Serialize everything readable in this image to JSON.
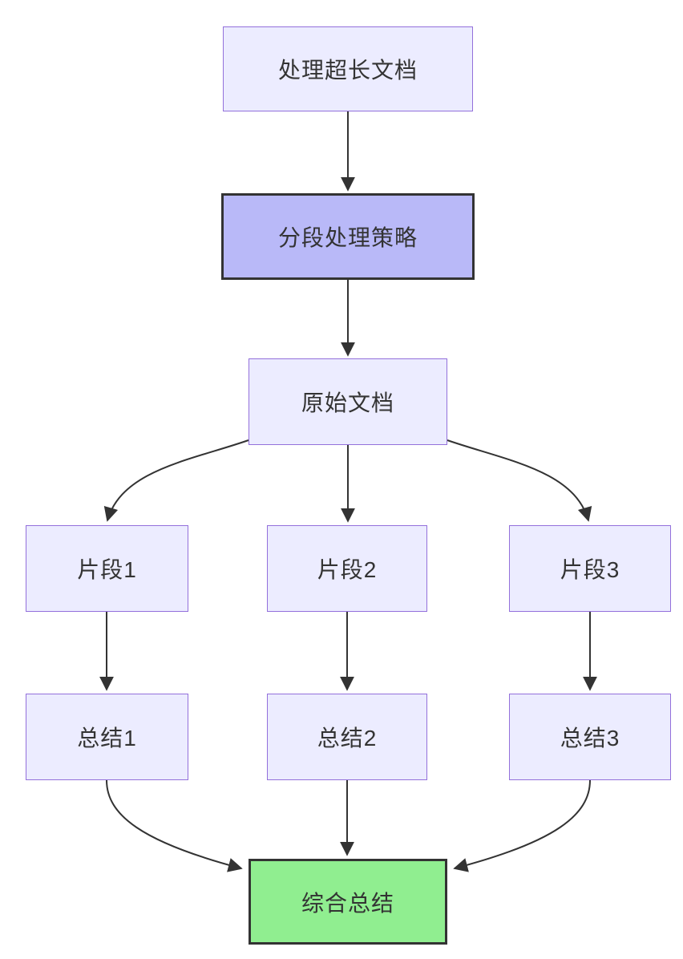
{
  "diagram": {
    "type": "flowchart",
    "direction": "top-down",
    "nodes": [
      {
        "id": "A",
        "label": "处理超长文档",
        "style": "default"
      },
      {
        "id": "B",
        "label": "分段处理策略",
        "style": "purple-highlight"
      },
      {
        "id": "C",
        "label": "原始文档",
        "style": "default"
      },
      {
        "id": "D1",
        "label": "片段1",
        "style": "default"
      },
      {
        "id": "D2",
        "label": "片段2",
        "style": "default"
      },
      {
        "id": "D3",
        "label": "片段3",
        "style": "default"
      },
      {
        "id": "E1",
        "label": "总结1",
        "style": "default"
      },
      {
        "id": "E2",
        "label": "总结2",
        "style": "default"
      },
      {
        "id": "E3",
        "label": "总结3",
        "style": "default"
      },
      {
        "id": "F",
        "label": "综合总结",
        "style": "green-highlight"
      }
    ],
    "edges": [
      {
        "from": "处理超长文档",
        "to": "分段处理策略"
      },
      {
        "from": "分段处理策略",
        "to": "原始文档"
      },
      {
        "from": "原始文档",
        "to": "片段1"
      },
      {
        "from": "原始文档",
        "to": "片段2"
      },
      {
        "from": "原始文档",
        "to": "片段3"
      },
      {
        "from": "片段1",
        "to": "总结1"
      },
      {
        "from": "片段2",
        "to": "总结2"
      },
      {
        "from": "片段3",
        "to": "总结3"
      },
      {
        "from": "总结1",
        "to": "综合总结"
      },
      {
        "from": "总结2",
        "to": "综合总结"
      },
      {
        "from": "总结3",
        "to": "综合总结"
      }
    ],
    "colors": {
      "background": "#FFFFFF",
      "node_fill": "#ECECFF",
      "node_border": "#9370DB",
      "purple_highlight_fill": "#B9B9F8",
      "green_highlight_fill": "#90EE90",
      "highlight_border": "#333333",
      "edge_stroke": "#333333",
      "text": "#333333"
    }
  }
}
